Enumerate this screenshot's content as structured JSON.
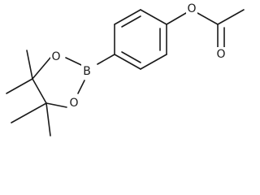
{
  "atoms": {
    "boron": "B",
    "ring_oxygen_upper": "O",
    "ring_oxygen_lower": "O",
    "ester_oxygen": "O",
    "carbonyl_oxygen": "O"
  },
  "colors": {
    "bond": "#1a1a1a",
    "text": "#1a1a1a",
    "background": "#ffffff"
  }
}
